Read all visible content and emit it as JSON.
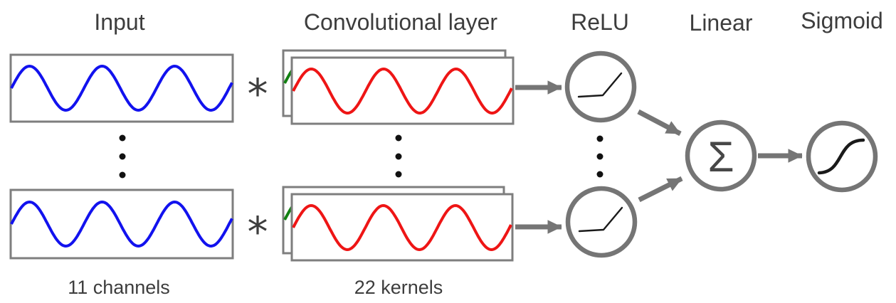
{
  "diagram": {
    "kind": "1D convolutional neural network architecture",
    "stages": {
      "input": {
        "label": "Input",
        "caption": "11 channels"
      },
      "conv": {
        "label": "Convolutional layer",
        "caption": "22 kernels",
        "operator": "*"
      },
      "relu": {
        "label": "ReLU"
      },
      "linear": {
        "label": "Linear",
        "symbol": "Σ"
      },
      "sigmoid": {
        "label": "Sigmoid"
      }
    },
    "colors": {
      "background": "#ffffff",
      "text": "#3d3d3d",
      "box_outline": "#7e7e7e",
      "node_outline": "#757575",
      "arrow": "#757575",
      "input_wave": "#1212ee",
      "kernel_wave": "#ee1515",
      "kernel_wave_hidden": "#128012",
      "glyph": "#1a1a1a",
      "sum_symbol": "#474747",
      "dots": "#111111"
    }
  }
}
